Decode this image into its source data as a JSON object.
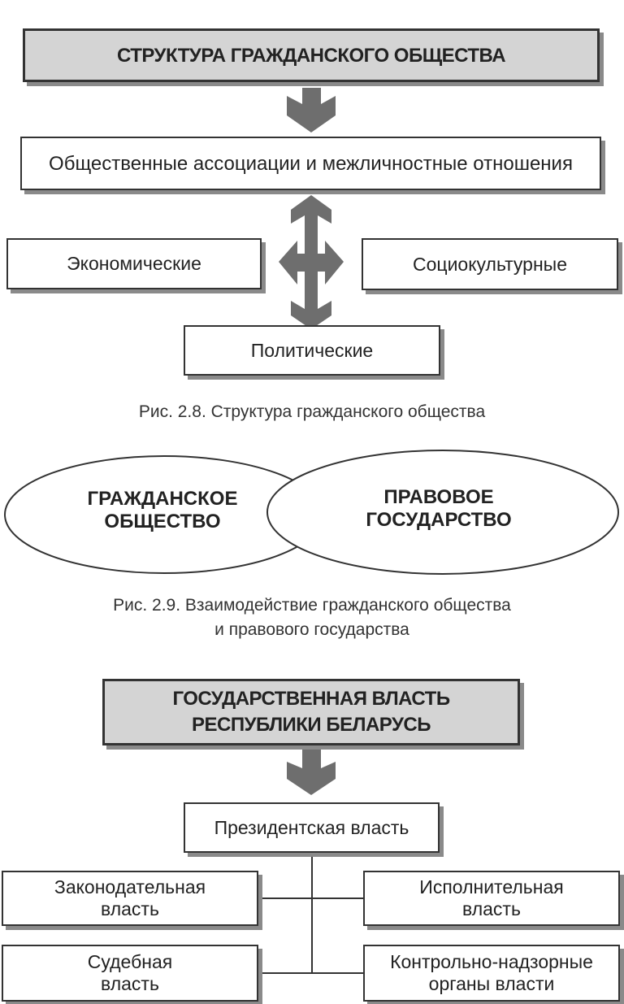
{
  "figure_2_8": {
    "title": "СТРУКТУРА ГРАЖДАНСКОГО ОБЩЕСТВА",
    "main_box": "Общественные ассоциации и межличностные отношения",
    "economic": "Экономические",
    "sociocultural": "Социокультурные",
    "political": "Политические",
    "caption": "Рис. 2.8. Структура гражданского общества"
  },
  "figure_2_9": {
    "left_line1": "ГРАЖДАНСКОЕ",
    "left_line2": "ОБЩЕСТВО",
    "right_line1": "ПРАВОВОЕ",
    "right_line2": "ГОСУДАРСТВО",
    "caption_line1": "Рис. 2.9. Взаимодействие гражданского общества",
    "caption_line2": "и правового государства"
  },
  "figure_power": {
    "title_line1": "ГОСУДАРСТВЕННАЯ ВЛАСТЬ",
    "title_line2": "РЕСПУБЛИКИ БЕЛАРУСЬ",
    "president": "Президентская власть",
    "legislative_line1": "Законодательная",
    "legislative_line2": "власть",
    "executive_line1": "Исполнительная",
    "executive_line2": "власть",
    "judicial_line1": "Судебная",
    "judicial_line2": "власть",
    "control_line1": "Контрольно-надзорные",
    "control_line2": "органы власти"
  }
}
